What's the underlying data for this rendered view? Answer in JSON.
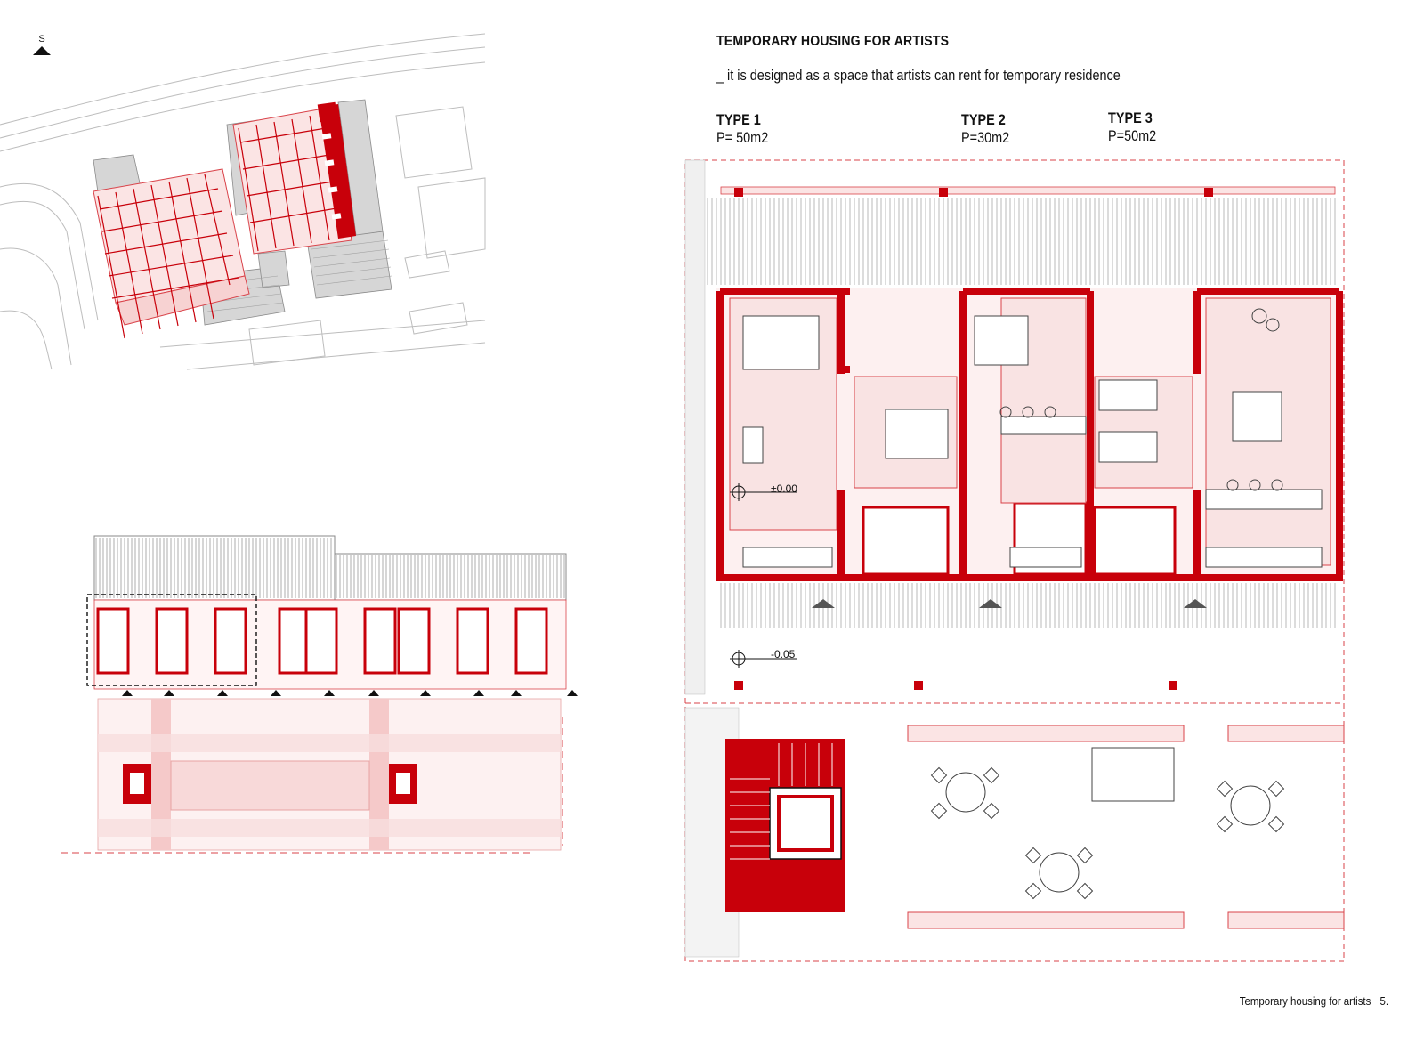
{
  "header": {
    "title": "TEMPORARY HOUSING FOR ARTISTS",
    "subtitle": "_ it is designed as a space that artists can rent for temporary residence"
  },
  "types": [
    {
      "name": "TYPE 1",
      "area": "P= 50m2"
    },
    {
      "name": "TYPE 2",
      "area": "P=30m2"
    },
    {
      "name": "TYPE 3",
      "area": "P=50m2"
    }
  ],
  "levels": {
    "ground": "±0.00",
    "exterior": "-0.05"
  },
  "compass": {
    "label": "S",
    "icon": "north-arrow-icon"
  },
  "footer": {
    "caption": "Temporary housing for artists",
    "page_number": "5."
  },
  "colors": {
    "accent": "#c8000a",
    "light_accent": "#f3c6c6",
    "grey": "#9a9a9a"
  }
}
